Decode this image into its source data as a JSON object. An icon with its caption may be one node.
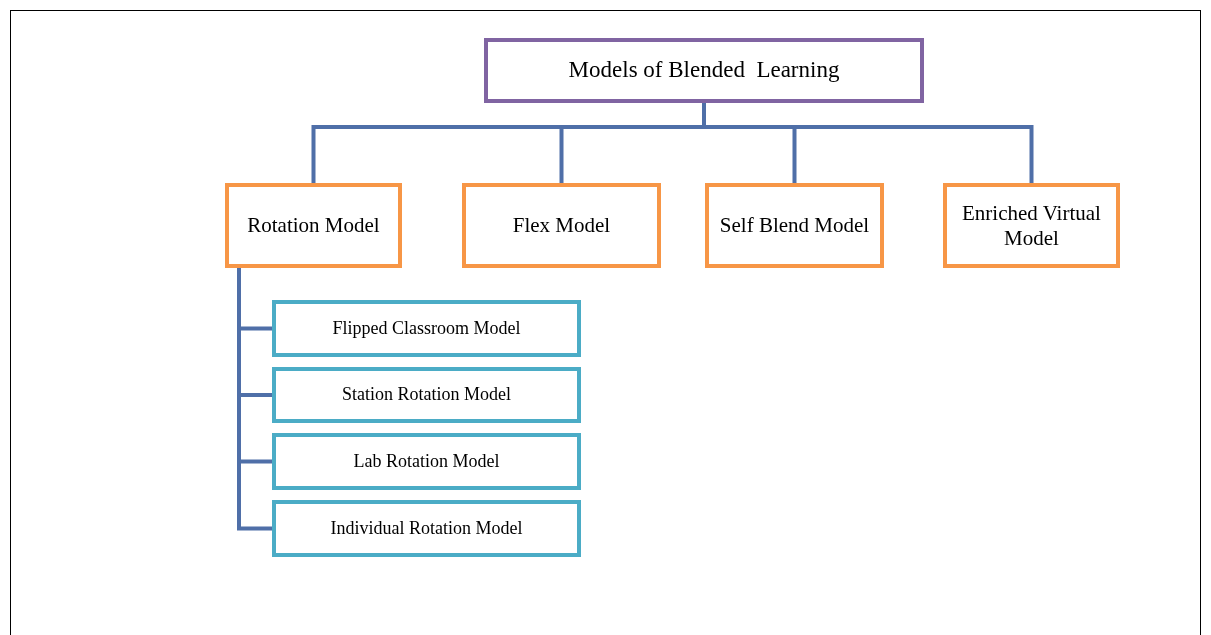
{
  "diagram": {
    "nodes": [
      {
        "text": [
          "Models of Blended  Learning"
        ]
      },
      {
        "text": [
          "Rotation Model"
        ]
      },
      {
        "text": [
          "Flex Model"
        ]
      },
      {
        "text": [
          "Self Blend Model"
        ]
      },
      {
        "text": [
          "Enriched Virtual Model"
        ]
      },
      {
        "text": [
          "Flipped Classroom Model"
        ]
      },
      {
        "text": [
          "Station Rotation Model"
        ]
      },
      {
        "text": [
          "Lab Rotation Model"
        ]
      },
      {
        "text": [
          "Individual Rotation Model"
        ]
      }
    ],
    "edges": [
      {
        "from": 0,
        "to": 1,
        "arrow": "none"
      },
      {
        "from": 0,
        "to": 2,
        "arrow": "none"
      },
      {
        "from": 0,
        "to": 3,
        "arrow": "none"
      },
      {
        "from": 0,
        "to": 4,
        "arrow": "none"
      },
      {
        "from": 1,
        "to": 5,
        "arrow": "none"
      },
      {
        "from": 1,
        "to": 6,
        "arrow": "none"
      },
      {
        "from": 1,
        "to": 7,
        "arrow": "none"
      },
      {
        "from": 1,
        "to": 8,
        "arrow": "none"
      }
    ]
  }
}
